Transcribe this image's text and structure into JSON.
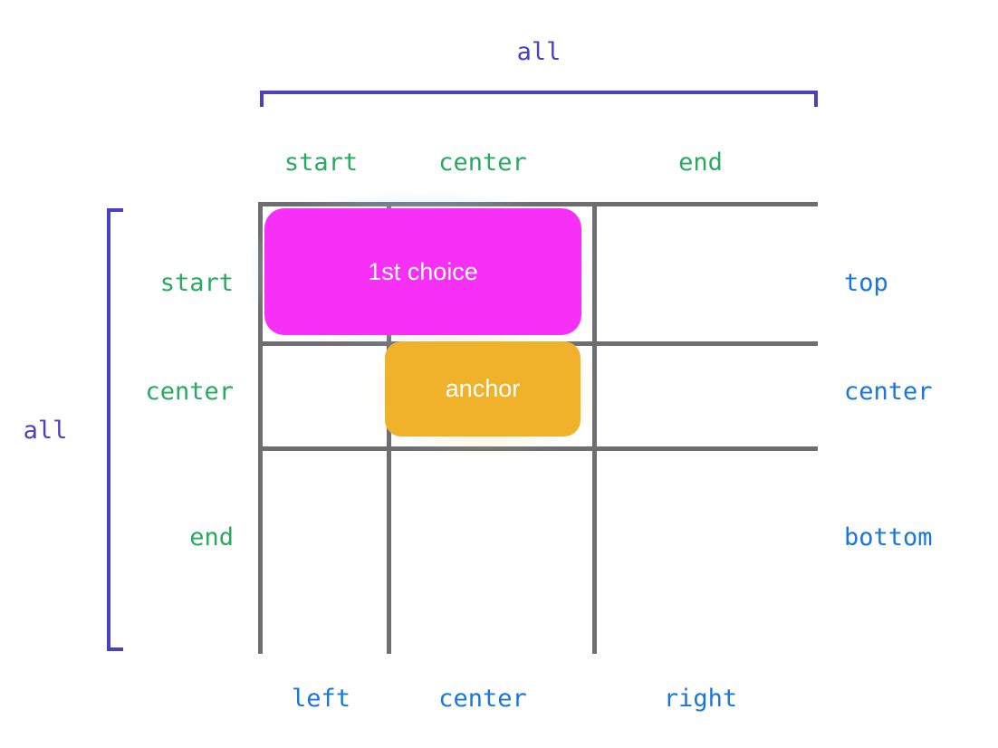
{
  "diagram": {
    "title_top": "all",
    "title_left": "all",
    "colors": {
      "bracket": "#4a40c4",
      "logical_label": "#27ab5e",
      "physical_label": "#1877dd",
      "grid_line": "#6e6e72",
      "first_choice_fill": "#f72ff7",
      "anchor_fill": "#f0b22a",
      "box_text": "#ffffff",
      "background": "#ffffff"
    }
  },
  "columns": {
    "logical": [
      "start",
      "center",
      "end"
    ],
    "physical": [
      "left",
      "center",
      "right"
    ]
  },
  "rows": {
    "logical": [
      "start",
      "center",
      "end"
    ],
    "physical": [
      "top",
      "center",
      "bottom"
    ]
  },
  "boxes": {
    "first_choice": {
      "label": "1st choice",
      "row": "start",
      "column_span": "start-to-center"
    },
    "anchor": {
      "label": "anchor",
      "row": "center",
      "column": "center"
    }
  },
  "grid": {
    "cells": [
      {
        "id": "cell-start-start"
      },
      {
        "id": "cell-start-center"
      },
      {
        "id": "cell-start-end"
      },
      {
        "id": "cell-center-start"
      },
      {
        "id": "cell-center-center"
      },
      {
        "id": "cell-center-end"
      },
      {
        "id": "cell-end-start"
      },
      {
        "id": "cell-end-center"
      },
      {
        "id": "cell-end-end"
      }
    ]
  }
}
